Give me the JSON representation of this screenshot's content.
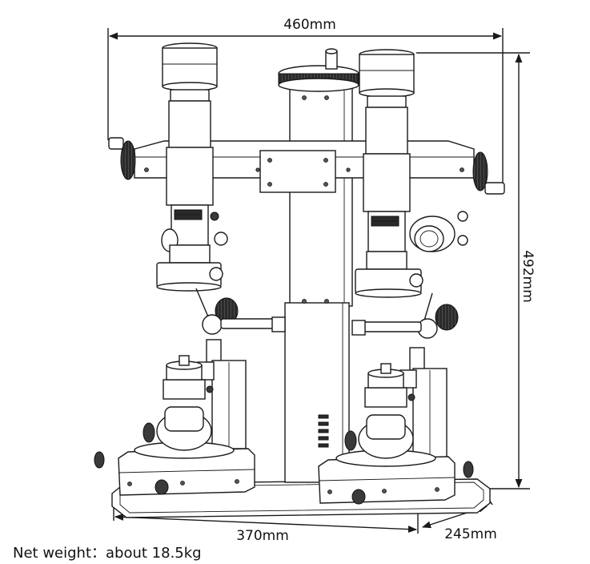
{
  "dimensions": {
    "width_top": "460mm",
    "height_right": "492mm",
    "base_length": "370mm",
    "base_depth": "245mm"
  },
  "caption": "Net weight：about 18.5kg"
}
